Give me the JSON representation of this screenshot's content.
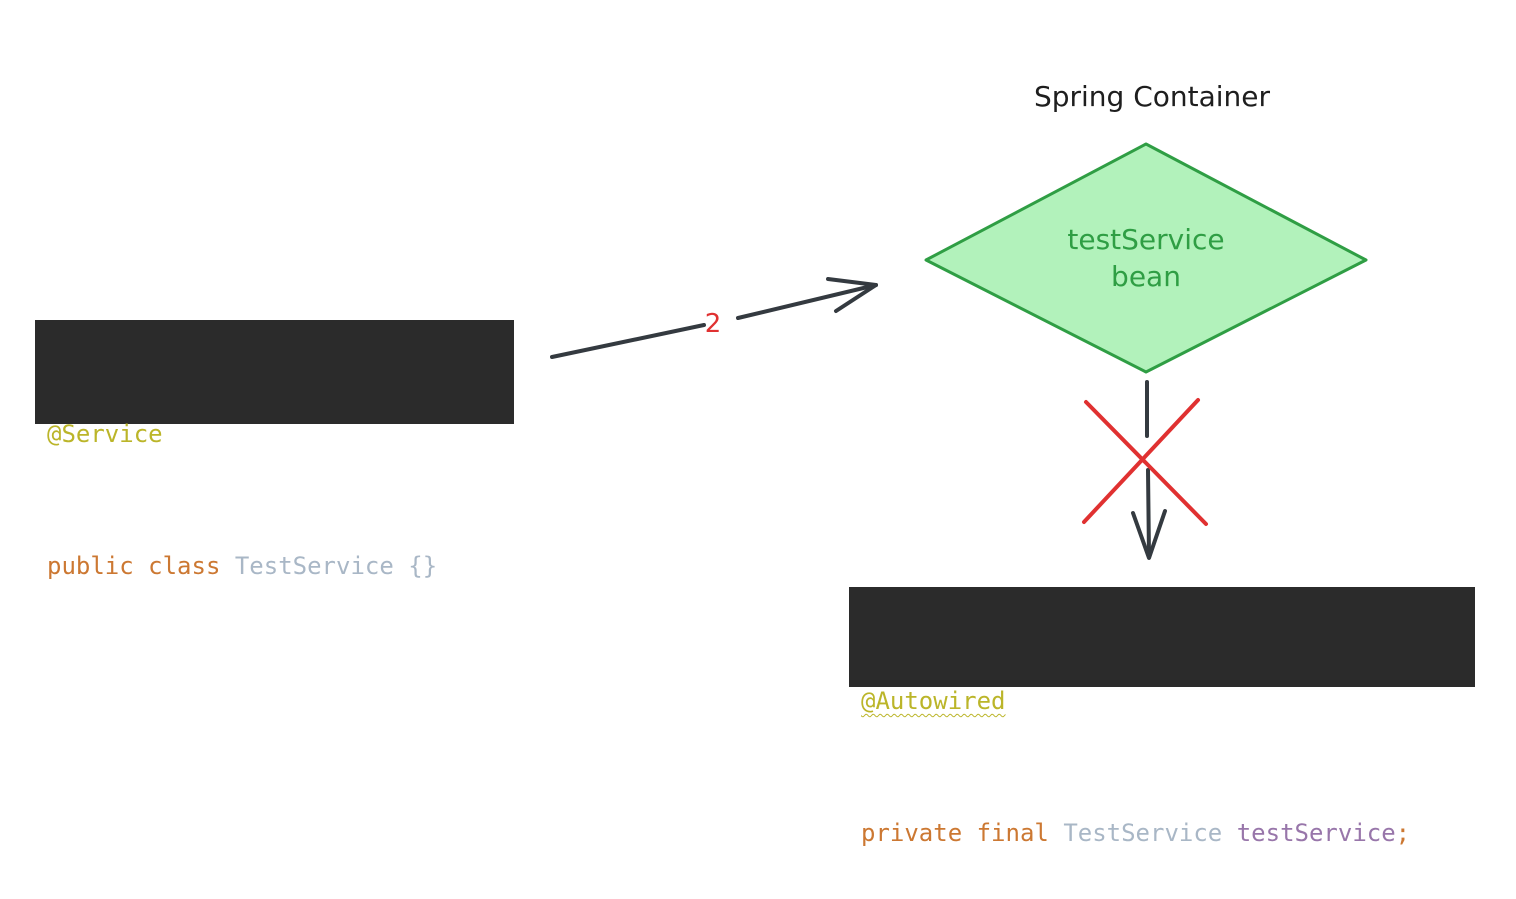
{
  "container": {
    "title": "Spring Container"
  },
  "bean": {
    "line1": "testService",
    "line2": "bean",
    "fill": "#b2f2bb",
    "stroke": "#2f9e44",
    "text_color": "#2f9e44"
  },
  "arrow_step": {
    "label": "2",
    "label_color": "#e03131",
    "stroke": "#343a40"
  },
  "blocked_injection": {
    "cross_color": "#e03131",
    "arrow_color": "#343a40"
  },
  "service_code": {
    "annotation": "@Service",
    "kw_public": "public",
    "kw_class": "class",
    "class_name": "TestService",
    "body": "{}"
  },
  "autowired_code": {
    "annotation": "@Autowired",
    "kw_private": "private",
    "kw_final": "final",
    "type_name": "TestService",
    "field_name": "testService",
    "semicolon": ";"
  }
}
